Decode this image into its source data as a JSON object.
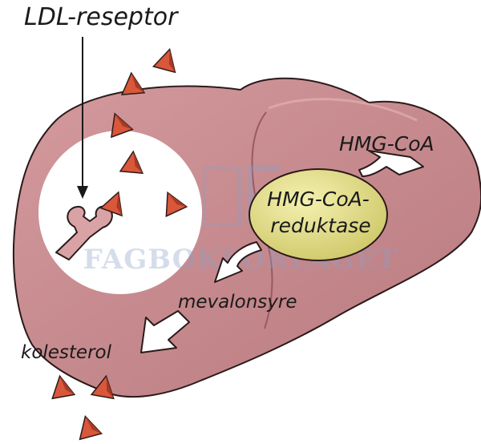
{
  "labels": {
    "ldl_receptor": "LDL-reseptor",
    "hmg_coa": "HMG-CoA",
    "enzyme_line1": "HMG-CoA-",
    "enzyme_line2": "reduktase",
    "mevalonate": "mevalonsyre",
    "cholesterol": "kolesterol"
  },
  "watermark": {
    "text": "FAGBOKFORLAGET"
  },
  "colors": {
    "liver": "#c9898d",
    "liver_dark": "#a9676c",
    "enzyme": "#e0e08a",
    "particle": "#d9573a",
    "outline": "#2b1a1a"
  },
  "icons": {
    "particle": "triangular-pyramid-icon",
    "receptor": "y-shaped-receptor-icon",
    "arrow": "block-arrow-icon"
  }
}
